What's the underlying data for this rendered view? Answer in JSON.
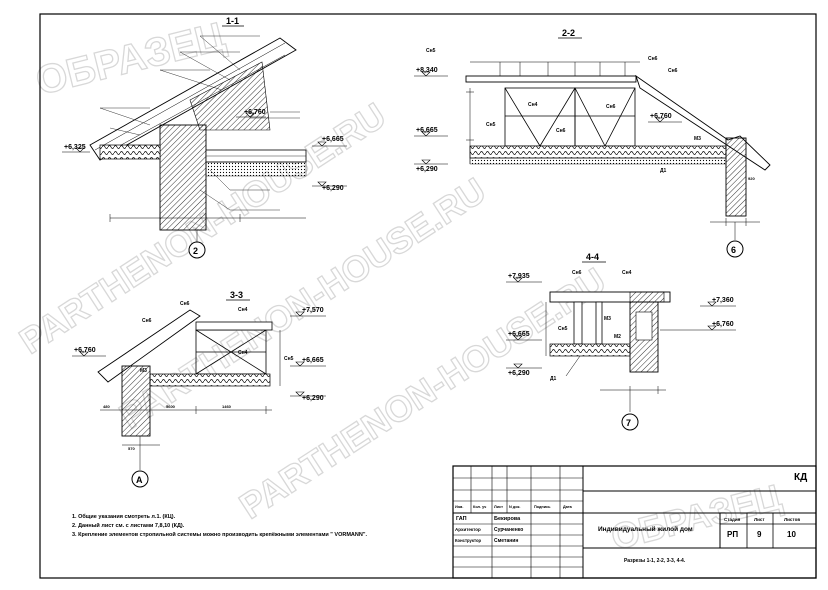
{
  "watermark": {
    "top_left": "ОБРАЗЕЦ",
    "diagonal_1": "PARTHENON-HOUSE.RU",
    "diagonal_2": "PARTHENON-HOUSE.RU",
    "diagonal_3": "PARTHENON-HOUSE.RU",
    "bottom_right": "ОБРАЗЕЦ"
  },
  "sections": {
    "s1": {
      "title": "1-1",
      "axis": "2",
      "levels": [
        "+6,325",
        "+6,760",
        "+6,665",
        "+6,290"
      ]
    },
    "s2": {
      "title": "2-2",
      "axis": "6",
      "levels": [
        "+8,340",
        "+6,665",
        "+6,290",
        "+6,760"
      ],
      "labels": [
        "Сн5",
        "Сн6",
        "Сн6",
        "Сн4",
        "Сн5",
        "Сн6",
        "Сн6",
        "Д1",
        "М3",
        "920"
      ]
    },
    "s3": {
      "title": "3-3",
      "axis": "А",
      "levels": [
        "+7,570",
        "+6,760",
        "+6,665",
        "+6,290"
      ],
      "labels": [
        "Сн6",
        "Сн6",
        "Сн4",
        "Сн4",
        "Сн5",
        "М3",
        "5600",
        "1460",
        "570",
        "480"
      ]
    },
    "s4": {
      "title": "4-4",
      "axis": "7",
      "levels": [
        "+7,935",
        "+6,665",
        "+6,290",
        "+7,360",
        "+6,760"
      ],
      "labels": [
        "Сн6",
        "Сн4",
        "Сн5",
        "Д1",
        "М3",
        "М2"
      ]
    }
  },
  "notes": [
    "1. Общие указания смотреть л.1. (КЦ).",
    "2. Данный лист см. с листами 7,8,10 (КД).",
    "3. Крепление элементов стропильной системы можно производить крепёжными элементами \" VORMANN\"."
  ],
  "title_block": {
    "code": "КД",
    "header_cols": [
      "Изм.",
      "Кол. уч",
      "Лист",
      "N док.",
      "Подпись",
      "Дата"
    ],
    "roles": [
      {
        "role": "ГАП",
        "name": "Бекирова"
      },
      {
        "role": "Архитектор",
        "name": "Сурчаненко"
      },
      {
        "role": "Конструктор",
        "name": "Сметанин"
      }
    ],
    "project": "Индивидуальный жилой дом",
    "sheet_title": "Разрезы 1-1, 2-2, 3-3, 4-4.",
    "stage_label": "Стадия",
    "sheet_label": "Лист",
    "sheets_label": "Листов",
    "stage": "РП",
    "sheet": "9",
    "sheets": "10"
  }
}
